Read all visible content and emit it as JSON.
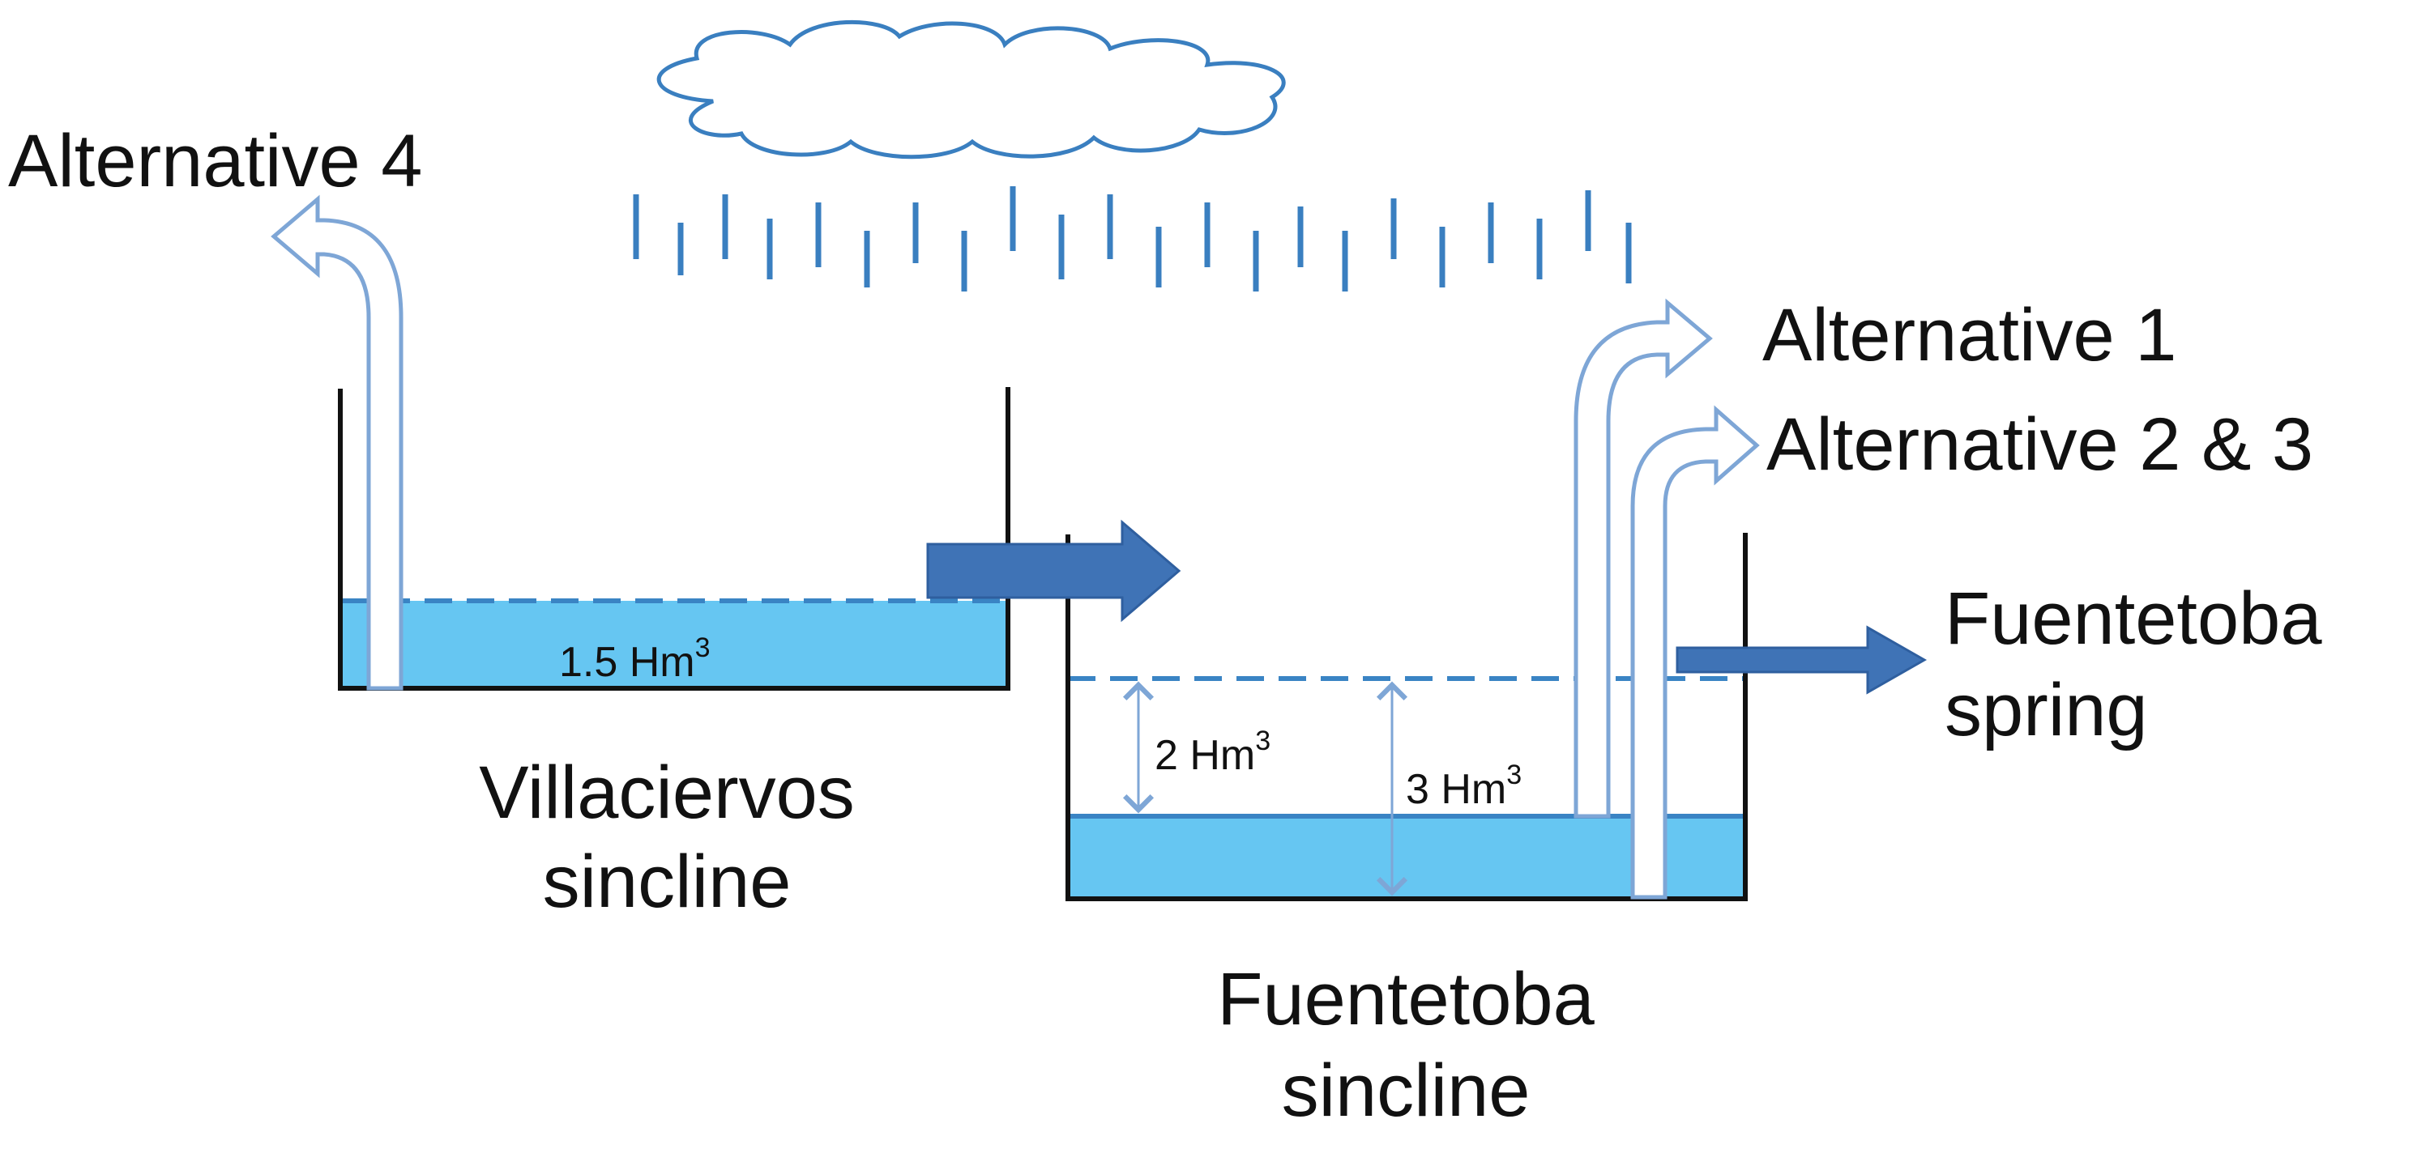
{
  "labels": {
    "alt4": "Alternative 4",
    "alt1": "Alternative 1",
    "alt23": "Alternative 2 & 3",
    "spring_line1": "Fuentetoba",
    "spring_line2": "spring",
    "villa_line1": "Villaciervos",
    "villa_line2": "sincline",
    "fuente_line1": "Fuentetoba",
    "fuente_line2": "sincline"
  },
  "volumes": {
    "villa_unit": "1.5 Hm",
    "fuente_2_unit": "2 Hm",
    "fuente_3_unit": "3 Hm",
    "exponent": "3"
  },
  "colors": {
    "water": "#66c6f2",
    "water_line": "#3a84c4",
    "arrow_fill": "#3f73b6",
    "arrow_outline": "#7ea6d6",
    "cloud_stroke": "#3a7fc0",
    "rain": "#3a7fc0",
    "wall": "#111111"
  },
  "icons": {
    "cloud": "cloud-icon",
    "rain": "rain-drops-icon"
  }
}
